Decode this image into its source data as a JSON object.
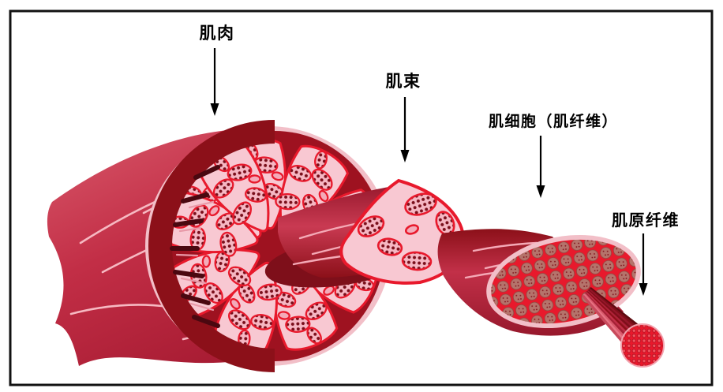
{
  "labels": {
    "muscle": "肌肉",
    "fascicle": "肌束",
    "muscle_cell": "肌细胞（肌纤维）",
    "myofibril": "肌原纤维"
  },
  "colors": {
    "background": "#ffffff",
    "frame_border": "#111111",
    "label_text": "#000000",
    "arrow": "#000000",
    "muscle_red": "#c22e46",
    "muscle_red_light": "#d9596b",
    "muscle_red_deep": "#a81c33",
    "highlight_pink": "#f6b9c2",
    "dark_maroon": "#8c1019",
    "deep_shadow": "#4a0810",
    "bright_red": "#e8192c",
    "cut_face_pink": "#f8c8d2",
    "pale_rim_pink": "#f2bfc8",
    "fiber_dot_maroon": "#7a0f1b",
    "myofibril_tan": "#b5736b",
    "gap_red": "#9e1220"
  }
}
